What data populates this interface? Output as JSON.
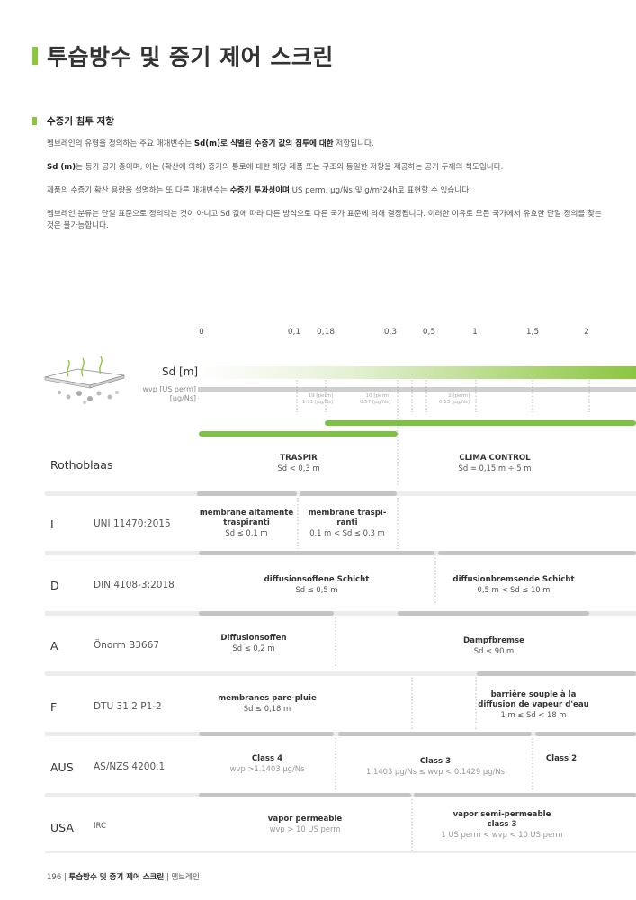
{
  "page": {
    "title": "투습방수 및 증기 제어 스크린",
    "section_title": "수증기 침투 저항",
    "paragraphs": {
      "p1_a": "멤브레인의 유형을 정의하는 주요 매개변수는 ",
      "p1_b": "Sd(m)로 식별된 수증기 값의 침투에 대한",
      "p1_c": " 저항입니다.",
      "p2_a": "Sd (m)",
      "p2_b": "는 등가 공기 층이며, 이는 (확산에 의해) 증기의 통로에 대한 해당 제품 또는 구조와 동일한 저항을 제공하는 공기 두께의 척도입니다.",
      "p3_a": "제품의 수증기 확산 용량을 설명하는 또 다른 매개변수는 ",
      "p3_b": "수증기 투과성이며",
      "p3_c": " US perm, μg/Ns 및 g/m²24h로 표현할 수 있습니다.",
      "p4": "멤브레인 분류는 단일 표준으로 정의되는 것이 아니고 Sd 값에 따라 다른 방식으로 다른 국가 표준에 의해 결정됩니다. 이러한 이유로 모든 국가에서 유효한 단일 정의를 찾는 것은 불가능합니다."
    },
    "footer": {
      "page_number": "196",
      "book": "투습방수 및 증기 제어 스크린",
      "chapter": "멤브레인"
    }
  },
  "scale": {
    "sd_label": "Sd [m]",
    "wvp_label_1": "wvp [US perm]",
    "wvp_label_2": "[μg/Ns]",
    "ticks": [
      "0",
      "0,1",
      "0,18",
      "0,3",
      "0,5",
      "1",
      "1,5",
      "2"
    ],
    "perm_notes": [
      {
        "a": "19 [perm]",
        "b": "1.11 [μg/Ns]"
      },
      {
        "a": "10 [perm]",
        "b": "0.57 [μg/Ns]"
      },
      {
        "a": "2 [perm]",
        "b": "0.13 [μg/Ns]"
      }
    ]
  },
  "rows": {
    "rothoblaas": {
      "name": "Rothoblaas",
      "c1_t": "TRASPIR",
      "c1_s": "Sd < 0,3 m",
      "c2_t": "CLIMA CONTROL",
      "c2_s": "Sd = 0,15 m ÷ 5 m"
    },
    "italy": {
      "code": "I",
      "standard": "UNI 11470:2015",
      "c1_t1": "membrane altamente",
      "c1_t2": "traspiranti",
      "c1_s": "Sd ≤ 0,1 m",
      "c2_t1": "membrane traspi-",
      "c2_t2": "ranti",
      "c2_s": "0,1 m < Sd ≤ 0,3 m"
    },
    "germany": {
      "code": "D",
      "standard": "DIN 4108-3:2018",
      "c1_t": "diffusionsoffene Schicht",
      "c1_s": "Sd ≤ 0,5 m",
      "c2_t": "diffusionbremsende Schicht",
      "c2_s": "0,5 m < Sd ≤ 10 m"
    },
    "austria": {
      "code": "A",
      "standard": "Önorm B3667",
      "c1_t": "Diffusionsoffen",
      "c1_s": "Sd ≤ 0,2 m",
      "c2_t": "Dampfbremse",
      "c2_s": "Sd ≤ 90 m"
    },
    "france": {
      "code": "F",
      "standard": "DTU 31.2 P1-2",
      "c1_t": "membranes pare-pluie",
      "c1_s": "Sd ≤ 0,18 m",
      "c2_t1": "barrière souple à la",
      "c2_t2": "diffusion de vapeur d'eau",
      "c2_s": "1 m ≤ Sd < 18 m"
    },
    "australia": {
      "code": "AUS",
      "standard": "AS/NZS 4200.1",
      "c1_t": "Class 4",
      "c1_s": "wvp >1.1403 μg/Ns",
      "c2_t": "Class 3",
      "c2_s": "1.1403 μg/Ns ≤ wvp < 0.1429 μg/Ns",
      "c3_t": "Class 2"
    },
    "usa": {
      "code": "USA",
      "standard": "IRC",
      "c1_t": "vapor permeable",
      "c1_s": "wvp > 10 US perm",
      "c2_t1": "vapor semi-permeable",
      "c2_t2": "class 3",
      "c2_s": "1 US perm < wvp < 10 US perm"
    }
  },
  "colors": {
    "accent": "#8cc63f",
    "bar_green": "#7dc242",
    "bar_grey": "#c8c8c8"
  }
}
